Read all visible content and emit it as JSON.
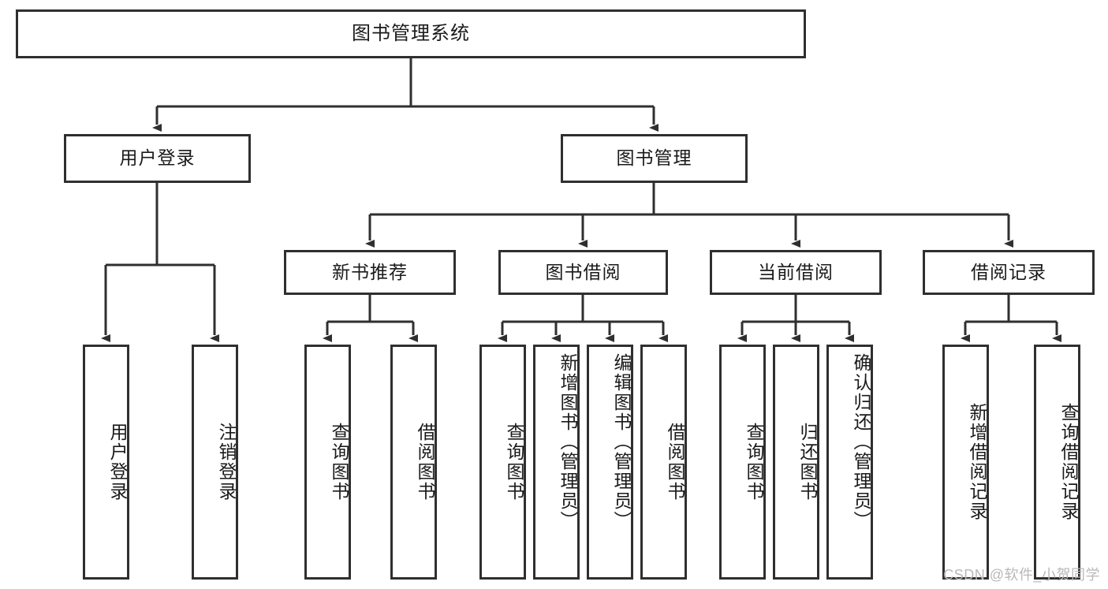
{
  "diagram": {
    "title": "图书管理系统",
    "root": {
      "label": "图书管理系统"
    },
    "level2": [
      {
        "label": "用户登录"
      },
      {
        "label": "图书管理"
      }
    ],
    "level3": [
      {
        "label": "新书推荐"
      },
      {
        "label": "图书借阅"
      },
      {
        "label": "当前借阅"
      },
      {
        "label": "借阅记录"
      }
    ],
    "leaves": {
      "user_login": [
        {
          "label": "用户登录"
        },
        {
          "label": "注销登录"
        }
      ],
      "new_book_recommend": [
        {
          "label": "查询图书"
        },
        {
          "label": "借阅图书"
        }
      ],
      "book_borrow": [
        {
          "label": "查询图书"
        },
        {
          "label": "新增图书（管理员）"
        },
        {
          "label": "编辑图书（管理员）"
        },
        {
          "label": "借阅图书"
        }
      ],
      "current_borrow": [
        {
          "label": "查询图书"
        },
        {
          "label": "归还图书"
        },
        {
          "label": "确认归还（管理员）"
        }
      ],
      "borrow_records": [
        {
          "label": "新增借阅记录"
        },
        {
          "label": "查询借阅记录"
        }
      ]
    }
  },
  "watermark": {
    "text": "CSDN @软件_小贺同学"
  },
  "colors": {
    "stroke": "#2f2f2f",
    "text": "#1a1a1a",
    "background": "#ffffff",
    "watermark": "#b9b9b9"
  }
}
